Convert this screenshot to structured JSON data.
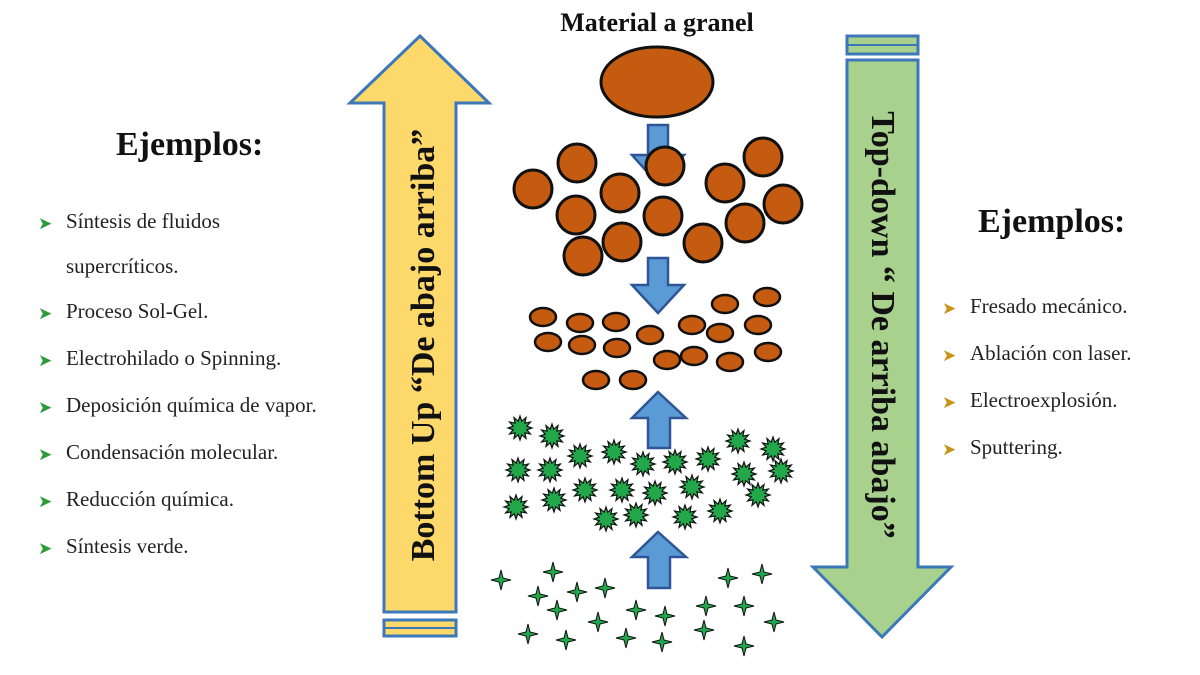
{
  "title": "Material a granel",
  "left_arrow": {
    "label": "Bottom Up “De abajo arriba”",
    "fill": "#fdd86a",
    "stroke": "#3c78b8"
  },
  "right_arrow": {
    "label": "Top-down “ De arriba abajo”",
    "fill": "#a9d18e",
    "stroke": "#3c78b8"
  },
  "left_examples": {
    "heading": "Ejemplos:",
    "items": [
      {
        "line1": "Síntesis de fluidos",
        "line2": "supercríticos."
      },
      {
        "line1": "Proceso Sol-Gel."
      },
      {
        "line1": "Electrohilado o Spinning."
      },
      {
        "line1": "Deposición química de vapor."
      },
      {
        "line1": "Condensación molecular."
      },
      {
        "line1": "Reducción química."
      },
      {
        "line1": "Síntesis verde."
      }
    ]
  },
  "right_examples": {
    "heading": "Ejemplos:",
    "items": [
      {
        "line1": "Fresado mecánico."
      },
      {
        "line1": "Ablación con laser."
      },
      {
        "line1": "Electroexplosión."
      },
      {
        "line1": "Sputtering."
      }
    ]
  },
  "colors": {
    "particle": "#c55a11",
    "cluster": "#22a84a",
    "flow_arrow": "#5b9bd5",
    "arrow_outline": "#2f5597"
  },
  "icons": {
    "bullet": "arrowhead-bullet-icon",
    "flow": "flow-arrow-icon"
  }
}
